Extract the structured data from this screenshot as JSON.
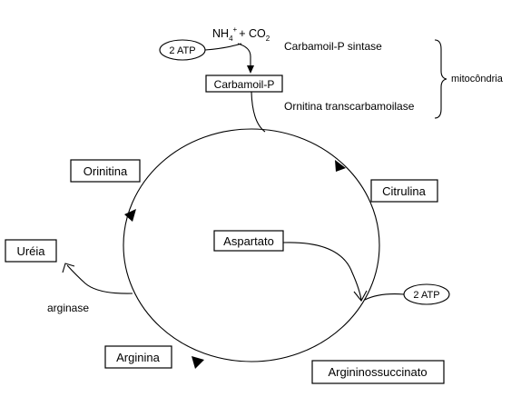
{
  "inputs": {
    "ammonium_base": "NH",
    "ammonium_sub": "4",
    "ammonium_sup": "+",
    "plus": "+ CO",
    "co2_sub": "2"
  },
  "atp_top": "2 ATP",
  "atp_right": "2 ATP",
  "carbamoil_p": "Carbamoil-P",
  "enzymes": {
    "carbamoil_sintase": "Carbamoil-P sintase",
    "ornitina_transcarbamoilase": "Ornitina transcarbamoilase",
    "arginase": "arginase"
  },
  "compartment": "mitocôndria",
  "metabolites": {
    "orinitina": "Orinitina",
    "citrulina": "Citrulina",
    "aspartato": "Aspartato",
    "ureia": "Uréia",
    "arginina": "Arginina",
    "argininossuccinato": "Argininossuccinato"
  }
}
